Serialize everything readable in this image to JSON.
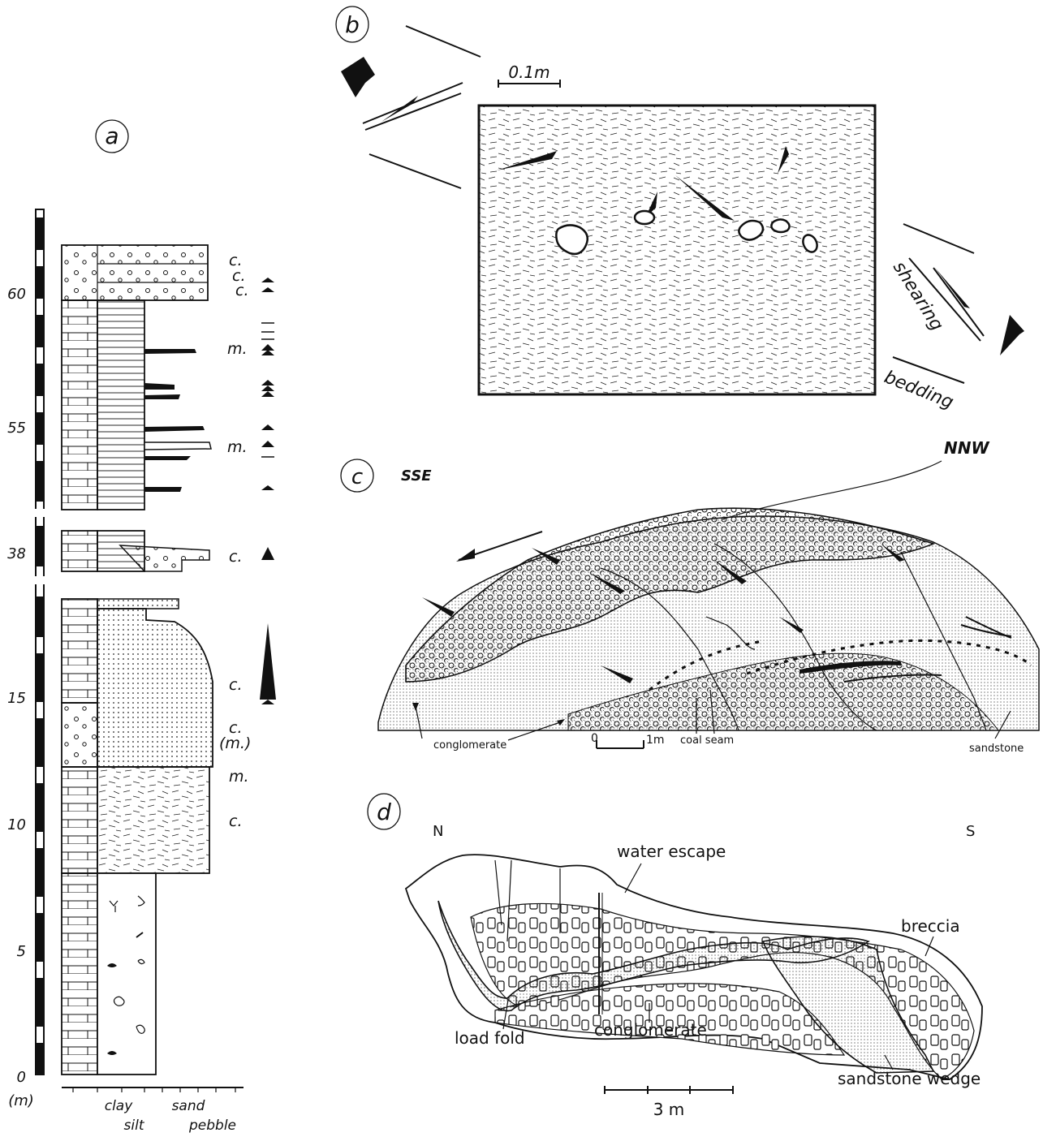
{
  "panel_a": {
    "label": "a",
    "depth_ticks": [
      "0",
      "5",
      "10",
      "15",
      "38",
      "55",
      "60"
    ],
    "unit": "(m)",
    "grain_scale": [
      "clay",
      "silt",
      "sand",
      "pebble"
    ],
    "facies_codes": [
      "c.",
      "c.",
      "c.",
      "m.",
      "m.",
      "c.",
      "c.",
      "c.",
      "(m.)",
      "m.",
      "c."
    ]
  },
  "panel_b": {
    "label": "b",
    "scale": "0.1m",
    "annotations": [
      "shearing",
      "bedding"
    ]
  },
  "panel_c": {
    "label": "c",
    "direction_left": "SSE",
    "direction_right": "NNW",
    "labels": [
      "conglomerate",
      "coal seam",
      "sandstone"
    ],
    "scale_zero": "0",
    "scale_end": "1m"
  },
  "panel_d": {
    "label": "d",
    "direction_left": "N",
    "direction_right": "S",
    "labels": [
      "water escape",
      "breccia",
      "load fold",
      "conglomerate",
      "sandstone wedge"
    ],
    "scale": "3 m"
  }
}
